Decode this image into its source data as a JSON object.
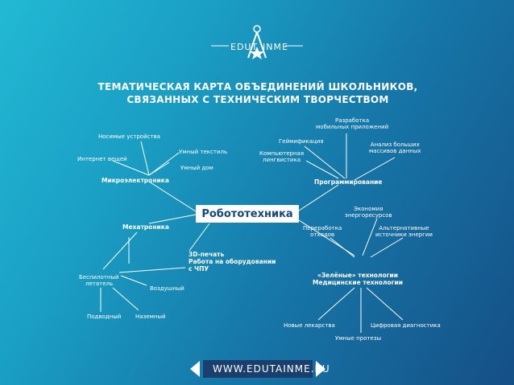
{
  "logo": {
    "left_text": "EDUT",
    "right_text": "INME"
  },
  "title": {
    "line1": "ТЕМАТИЧЕСКАЯ КАРТА ОБЪЕДИНЕНИЙ ШКОЛЬНИКОВ,",
    "line2": "СВЯЗАННЫХ С ТЕХНИЧЕСКИМ ТВОРЧЕСТВОМ"
  },
  "center": "Робототехника",
  "hubs": {
    "micro": "Микроэлектроника",
    "mechatronics": "Мехатроника",
    "print3d": [
      "3D-печать",
      "Работа на оборудовании",
      "с ЧПУ"
    ],
    "programming": "Программирование",
    "green": [
      "«Зелёные» технологии",
      "Медицинские технологии"
    ]
  },
  "leaves": {
    "wearables": "Носимые устройства",
    "iot": "Интернет вещей",
    "smart_textile": "Умный текстиль",
    "smart_home": "Умный дом",
    "uav": [
      "Беспилотный",
      "летатель"
    ],
    "air": "Воздушный",
    "underwater": "Подводный",
    "ground": "Наземный",
    "mobile_dev": [
      "Разработка",
      "мобильных приложений"
    ],
    "gamification": "Геймификация",
    "comp_ling": [
      "Компьютерная",
      "лингвистика"
    ],
    "big_data": [
      "Анализ больших",
      "массивов данных"
    ],
    "energy_saving": [
      "Экономия",
      "энергоресурсов"
    ],
    "recycling": [
      "Переработка",
      "отходов"
    ],
    "alt_energy": [
      "Альтернативные",
      "источники энергии"
    ],
    "new_drugs": "Новые лекарства",
    "digital_diag": "Цифровая диагностика",
    "smart_prosthesis": "Умные протезы"
  },
  "footer": {
    "url": "WWW.EDUTAINME.RU"
  }
}
